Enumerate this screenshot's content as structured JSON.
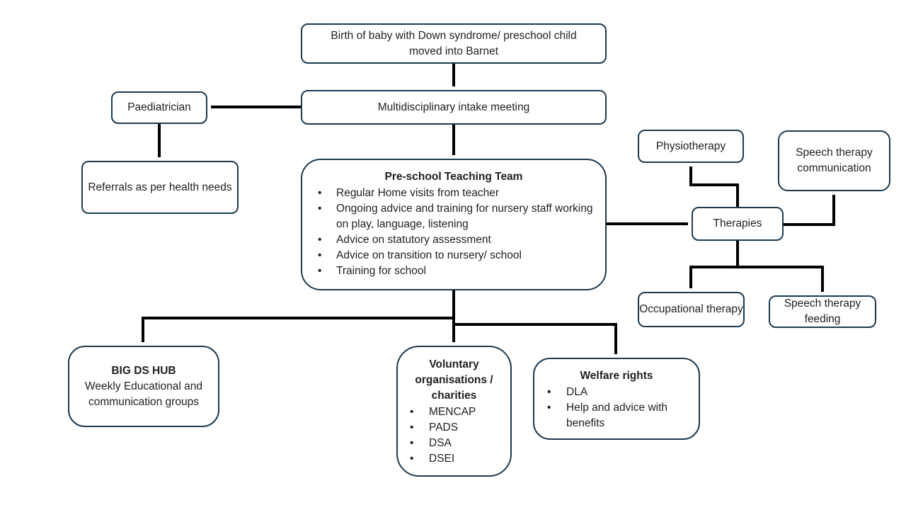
{
  "colors": {
    "border": "#1d3a50",
    "text": "#1f1f1f",
    "arrow": "#000000",
    "background": "#ffffff"
  },
  "nodes": {
    "birth": {
      "text": "Birth of baby with Down syndrome/ preschool child moved into Barnet"
    },
    "intake": {
      "text": "Multidisciplinary intake meeting"
    },
    "paediatrician": {
      "text": "Paediatrician"
    },
    "referrals": {
      "text": "Referrals as per health needs"
    },
    "preschool": {
      "title": "Pre-school Teaching Team",
      "bullets": [
        "Regular Home visits from teacher",
        "Ongoing advice and training for nursery staff working on play, language, listening",
        "Advice on statutory assessment",
        "Advice on transition to nursery/ school",
        "Training for school"
      ]
    },
    "physiotherapy": {
      "text": "Physiotherapy"
    },
    "speech_comm": {
      "text": "Speech therapy communication"
    },
    "therapies": {
      "text": "Therapies"
    },
    "occupational": {
      "text": "Occupational therapy"
    },
    "speech_feeding": {
      "text": "Speech therapy feeding"
    },
    "big_ds_hub": {
      "title": "BIG DS HUB",
      "text": "Weekly Educational and communication groups"
    },
    "voluntary": {
      "title": "Voluntary organisations / charities",
      "bullets": [
        "MENCAP",
        "PADS",
        "DSA",
        "DSEI"
      ]
    },
    "welfare": {
      "title": "Welfare rights",
      "bullets": [
        "DLA",
        "Help and advice with benefits"
      ]
    }
  }
}
